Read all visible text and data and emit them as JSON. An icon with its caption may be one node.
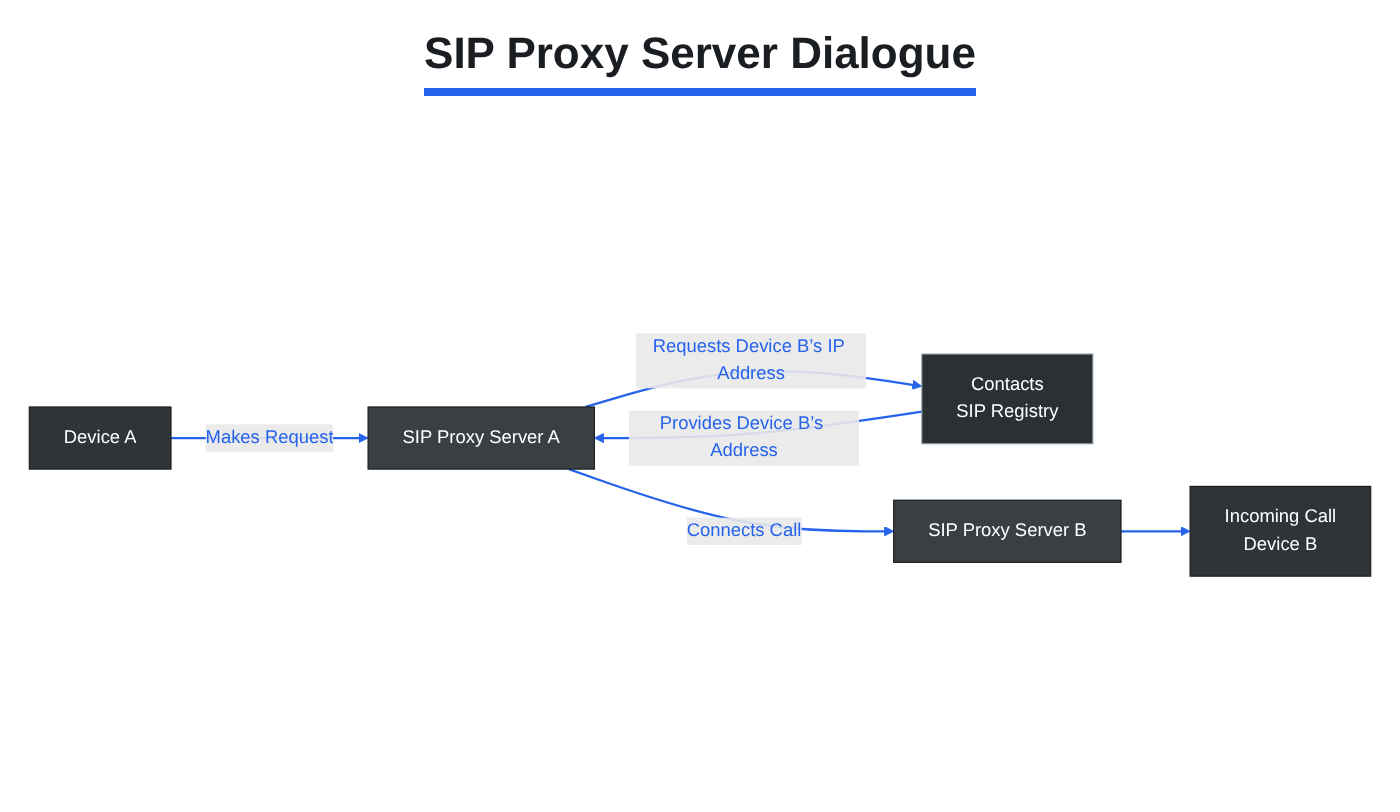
{
  "diagram": {
    "title": "SIP Proxy Server Dialogue",
    "nodes": [
      {
        "text": [
          "Device A"
        ]
      },
      {
        "text": [
          "SIP Proxy Server A"
        ]
      },
      {
        "text": [
          "Contacts",
          "SIP Registry"
        ]
      },
      {
        "text": [
          "SIP Proxy Server B"
        ]
      },
      {
        "text": [
          "Incoming Call",
          "Device B"
        ]
      }
    ],
    "edges": [
      {
        "from": 0,
        "to": 1,
        "arrow": "to",
        "label": "Makes Request"
      },
      {
        "from": 1,
        "to": 2,
        "arrow": "to",
        "label": "Requests Device B’s IP Address"
      },
      {
        "from": 2,
        "to": 1,
        "arrow": "to",
        "label": "Provides Device B’s Address"
      },
      {
        "from": 1,
        "to": 3,
        "arrow": "to",
        "label": "Connects Call"
      },
      {
        "from": 3,
        "to": 4,
        "arrow": "to"
      }
    ]
  }
}
